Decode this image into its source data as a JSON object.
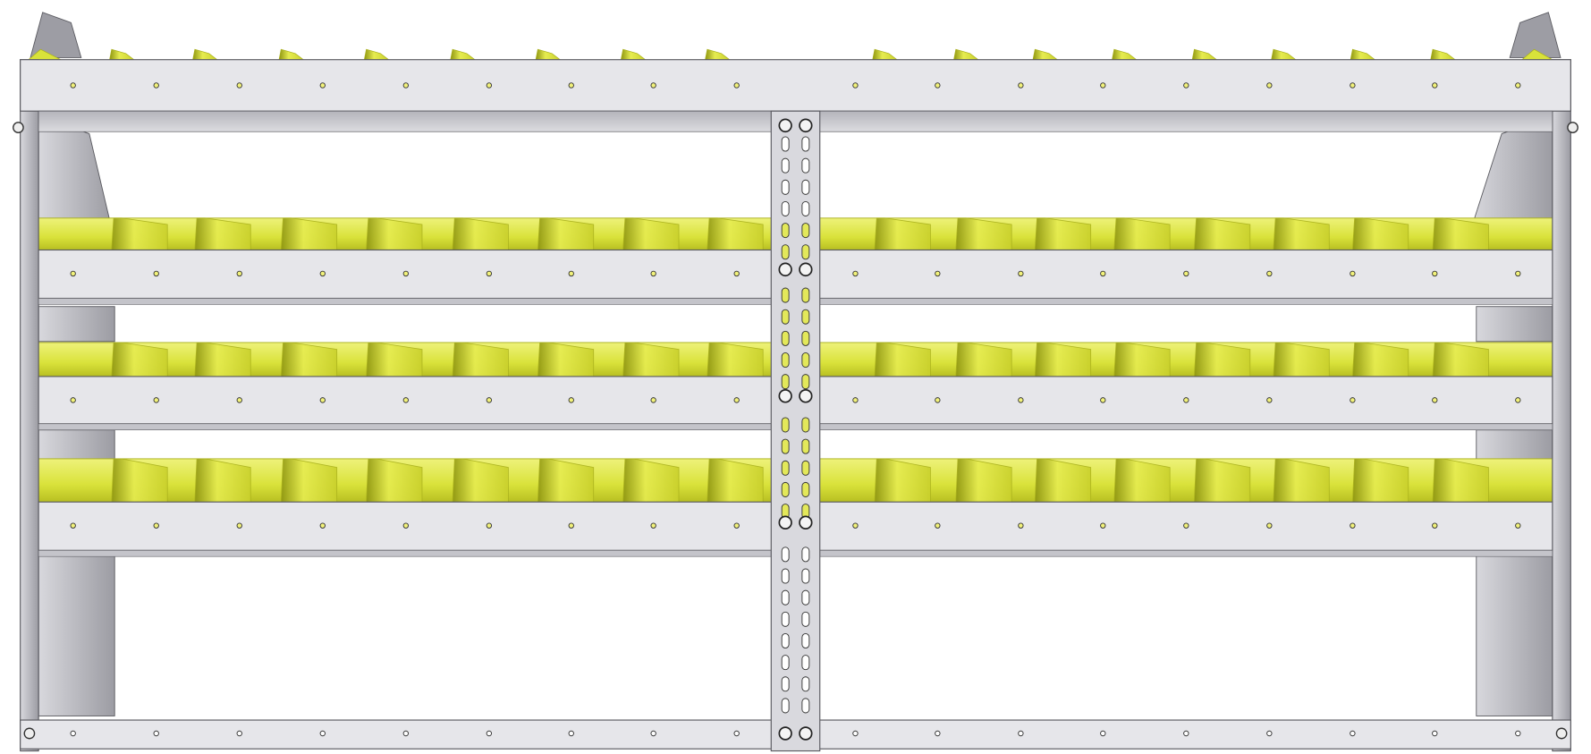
{
  "product": {
    "shelf_levels": 3,
    "bins_per_level": 18,
    "dividers_per_level": 16
  },
  "colors": {
    "background": "#ffffff",
    "steel": "#e6e6ea",
    "steel_dark": "#a9a9b0",
    "steel_shadow": "#c4c4ca",
    "outline": "#5a5a60",
    "bin_yellow": "#d9e23a",
    "bin_yellow_dark": "#a9b01c",
    "bin_yellow_light": "#eef27a",
    "hole": "#f2f27a"
  }
}
